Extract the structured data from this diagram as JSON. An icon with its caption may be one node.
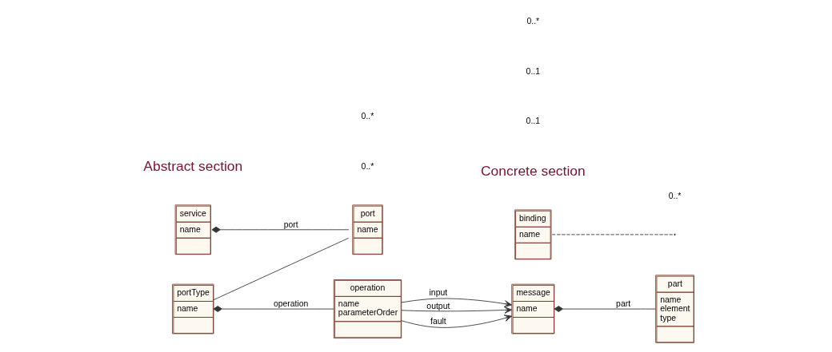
{
  "diagram": {
    "nodes": [
      {
        "text": [
          "service",
          "name"
        ]
      },
      {
        "text": [
          "port",
          "name"
        ]
      },
      {
        "text": [
          "binding",
          "name"
        ]
      },
      {
        "text": [
          "portType",
          "name"
        ]
      },
      {
        "text": [
          "operation",
          "name",
          "parameterOrder"
        ]
      },
      {
        "text": [
          "message",
          "name"
        ]
      },
      {
        "text": [
          "part",
          "name",
          "element",
          "type"
        ]
      }
    ],
    "edges": [
      {
        "from": 0,
        "to": 1,
        "arrow": "other",
        "label": "port"
      },
      {
        "from": 1,
        "to": 3,
        "arrow": "none"
      },
      {
        "from": 2,
        "to": null,
        "arrow": "none",
        "style": "dashed"
      },
      {
        "from": 3,
        "to": 4,
        "arrow": "other",
        "label": "operation"
      },
      {
        "from": 4,
        "to": 5,
        "arrow": "to",
        "label": "input"
      },
      {
        "from": 4,
        "to": 5,
        "arrow": "to",
        "label": "output"
      },
      {
        "from": 4,
        "to": 5,
        "arrow": "to",
        "label": "fault"
      },
      {
        "from": 5,
        "to": 6,
        "arrow": "other",
        "label": "part"
      }
    ],
    "labels": [
      "0..*",
      "Concrete section",
      "Abstract section",
      "0..*",
      "0..1",
      "0..1",
      "0..*",
      "0..*"
    ]
  }
}
